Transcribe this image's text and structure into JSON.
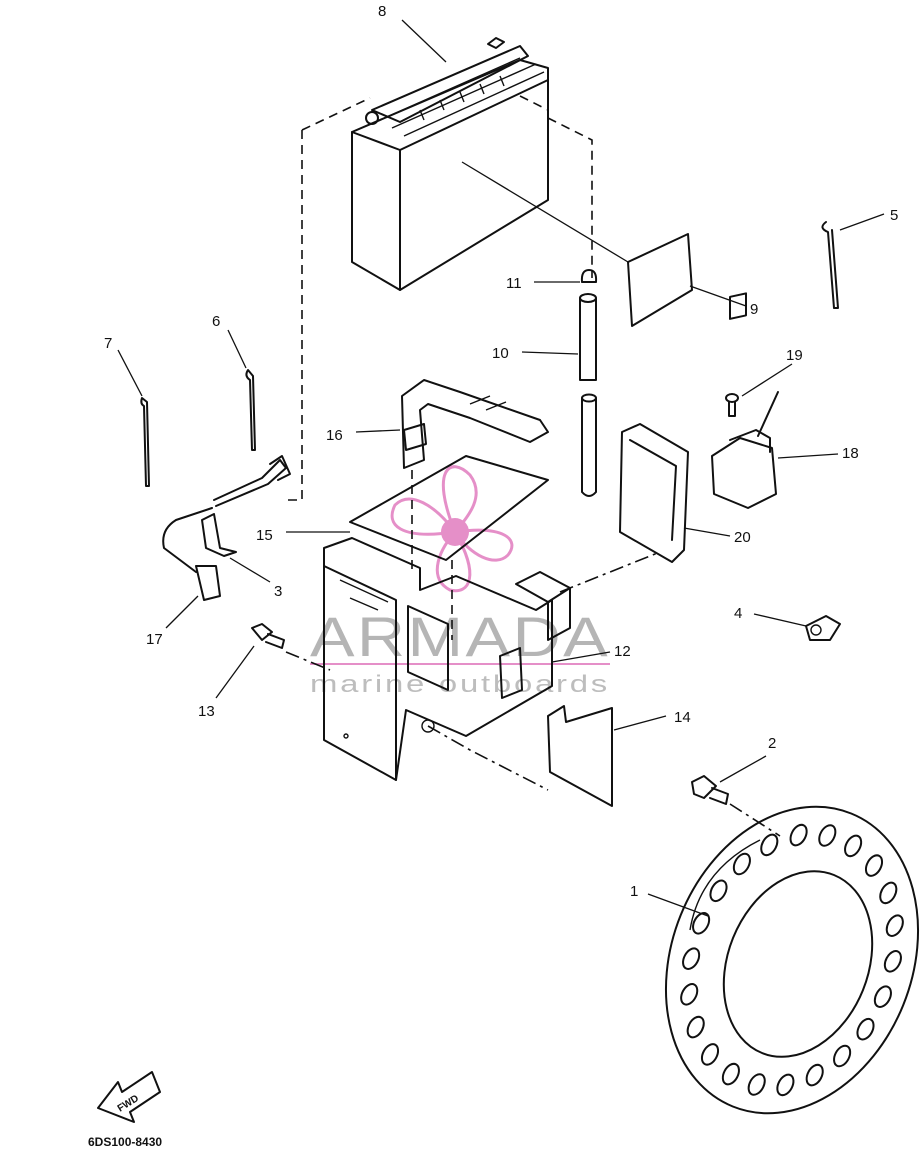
{
  "diagram": {
    "callouts": {
      "p1": "1",
      "p2": "2",
      "p3": "3",
      "p4": "4",
      "p5": "5",
      "p6": "6",
      "p7": "7",
      "p8": "8",
      "p9": "9",
      "p10": "10",
      "p11": "11",
      "p12": "12",
      "p13": "13",
      "p14": "14",
      "p15": "15",
      "p16": "16",
      "p17": "17",
      "p18": "18",
      "p19": "19",
      "p20": "20"
    },
    "fwd_label": "FWD",
    "drawing_code": "6DS100-8430"
  },
  "watermark": {
    "brand": "ARMADA",
    "tagline": "marine outboards",
    "colors": {
      "pink": "#e58fc8",
      "gray": "#b5b5b5"
    }
  }
}
